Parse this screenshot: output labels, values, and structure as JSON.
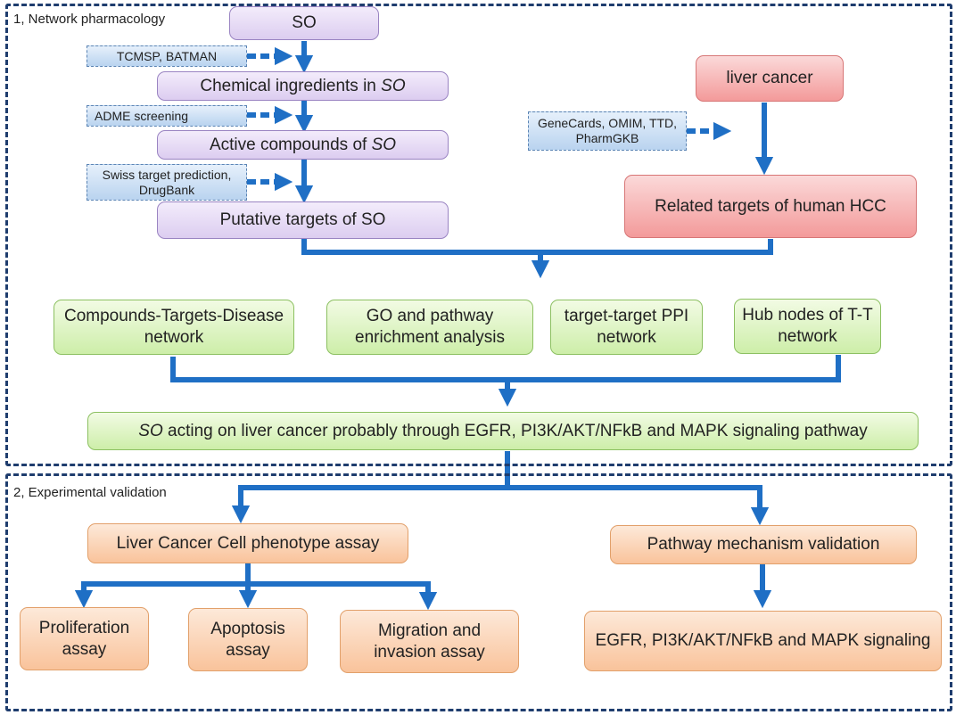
{
  "sections": {
    "network": {
      "title": "1, Network pharmacology"
    },
    "experimental": {
      "title": "2, Experimental validation"
    }
  },
  "left_chain": {
    "so": "SO",
    "chemical": {
      "text": "Chemical ingredients in ",
      "em": "SO"
    },
    "active": {
      "text": "Active compounds of ",
      "em": "SO"
    },
    "putative": "Putative targets of SO"
  },
  "databases": {
    "tcmsp": "TCMSP, BATMAN",
    "adme": "ADME screening",
    "swiss": "Swiss target prediction, DrugBank",
    "genecards": "GeneCards, OMIM, TTD, PharmGKB"
  },
  "right_chain": {
    "liver": "liver cancer",
    "related": "Related targets of human HCC"
  },
  "analyses": {
    "ctd": "Compounds-Targets-Disease network",
    "go": "GO and pathway enrichment analysis",
    "ppi": "target-target PPI network",
    "hub": "Hub nodes of T-T network"
  },
  "conclusion": {
    "em": "SO",
    "text": " acting on liver cancer probably through EGFR, PI3K/AKT/NFkB and MAPK signaling pathway"
  },
  "validation": {
    "phenotype": "Liver Cancer Cell phenotype assay",
    "pathway": "Pathway mechanism validation",
    "proliferation": "Proliferation assay",
    "apoptosis": "Apoptosis assay",
    "migration": "Migration and invasion assay",
    "signaling": "EGFR, PI3K/AKT/NFkB and MAPK signaling"
  },
  "colors": {
    "arrow": "#1f6fc5",
    "section_border": "#1f3d6e"
  }
}
